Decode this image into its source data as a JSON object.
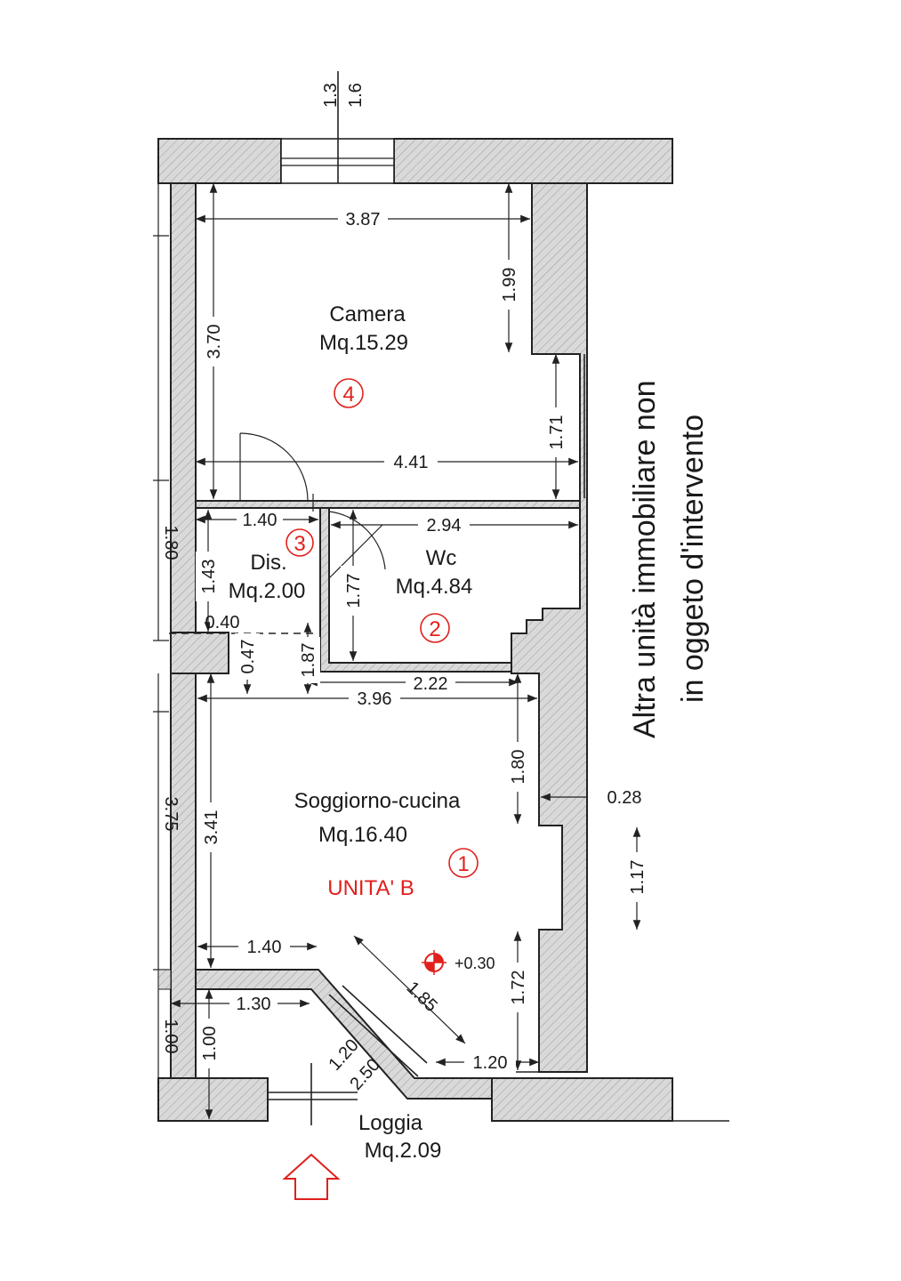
{
  "rooms": {
    "camera": {
      "name": "Camera",
      "area": "Mq.15.29",
      "number": "4"
    },
    "dis": {
      "name": "Dis.",
      "area": "Mq.2.00",
      "number": "3"
    },
    "wc": {
      "name": "Wc",
      "area": "Mq.4.84",
      "number": "2"
    },
    "soggiorno": {
      "name": "Soggiorno-cucina",
      "area": "Mq.16.40",
      "number": "1"
    },
    "loggia": {
      "name": "Loggia",
      "area": "Mq.2.09"
    }
  },
  "unit_label": "UNITA' B",
  "elevation": "+0.30",
  "side_note": {
    "line1": "Altra unità immobiliare non",
    "line2": "in oggeto d'intervento"
  },
  "window_top": {
    "a": "1.3",
    "b": "1.6"
  },
  "dimensions": {
    "d387": "3.87",
    "d199": "1.99",
    "d370": "3.70",
    "d171": "1.71",
    "d441": "4.41",
    "d140a": "1.40",
    "d294": "2.94",
    "d143": "1.43",
    "d177": "1.77",
    "d040": "0.40",
    "d047": "0.47",
    "d187": "1.87",
    "d222": "2.22",
    "d396": "3.96",
    "d180": "1.80",
    "d028": "0.28",
    "d341": "3.41",
    "d117": "1.17",
    "d140b": "1.40",
    "d185": "1.85",
    "d172": "1.72",
    "d130": "1.30",
    "d100": "1.00",
    "d120": "1.20",
    "d250": "2.50",
    "d120b": "1.20",
    "left_a": "1.80",
    "left_b": "3.75",
    "left_c": "1.00"
  }
}
